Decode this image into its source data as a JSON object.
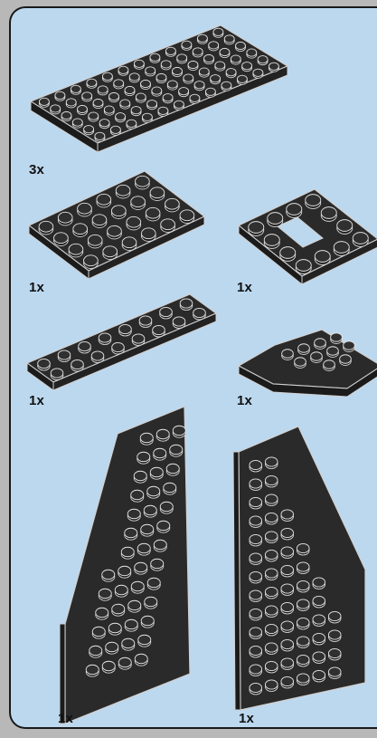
{
  "parts_list": [
    {
      "quantity": "3x",
      "part": "black plate 6x12"
    },
    {
      "quantity": "1x",
      "part": "black plate 4x6"
    },
    {
      "quantity": "1x",
      "part": "black plate 4x4 with opening"
    },
    {
      "quantity": "1x",
      "part": "black plate 2x8"
    },
    {
      "quantity": "1x",
      "part": "black wedge plate 3x6 cut corners"
    },
    {
      "quantity": "1x",
      "part": "black wedge plate 12x4 left"
    },
    {
      "quantity": "1x",
      "part": "black wedge plate 12x6 right"
    }
  ],
  "colors": {
    "panel": "#bcd8ef",
    "frame": "#b8b8b8",
    "brick_dark": "#2b2b2b",
    "brick_edge": "#c8c8c8"
  }
}
